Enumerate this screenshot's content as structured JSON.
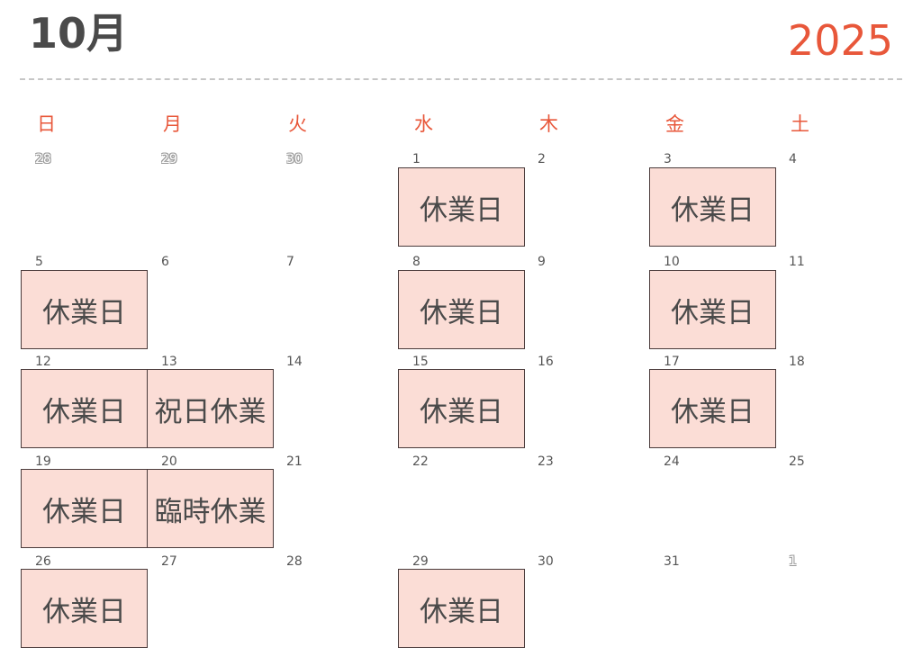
{
  "header": {
    "month": "10月",
    "year": "2025"
  },
  "weekdays": [
    "日",
    "月",
    "火",
    "水",
    "木",
    "金",
    "土"
  ],
  "days": [
    {
      "label": "28",
      "col": 0,
      "row": 0,
      "other_month": true
    },
    {
      "label": "29",
      "col": 1,
      "row": 0,
      "other_month": true
    },
    {
      "label": "30",
      "col": 2,
      "row": 0,
      "other_month": true
    },
    {
      "label": "1",
      "col": 3,
      "row": 0
    },
    {
      "label": "2",
      "col": 4,
      "row": 0
    },
    {
      "label": "3",
      "col": 5,
      "row": 0
    },
    {
      "label": "4",
      "col": 6,
      "row": 0
    },
    {
      "label": "5",
      "col": 0,
      "row": 1
    },
    {
      "label": "6",
      "col": 1,
      "row": 1
    },
    {
      "label": "7",
      "col": 2,
      "row": 1
    },
    {
      "label": "8",
      "col": 3,
      "row": 1
    },
    {
      "label": "9",
      "col": 4,
      "row": 1
    },
    {
      "label": "10",
      "col": 5,
      "row": 1
    },
    {
      "label": "11",
      "col": 6,
      "row": 1
    },
    {
      "label": "12",
      "col": 0,
      "row": 2
    },
    {
      "label": "13",
      "col": 1,
      "row": 2
    },
    {
      "label": "14",
      "col": 2,
      "row": 2
    },
    {
      "label": "15",
      "col": 3,
      "row": 2
    },
    {
      "label": "16",
      "col": 4,
      "row": 2
    },
    {
      "label": "17",
      "col": 5,
      "row": 2
    },
    {
      "label": "18",
      "col": 6,
      "row": 2
    },
    {
      "label": "19",
      "col": 0,
      "row": 3
    },
    {
      "label": "20",
      "col": 1,
      "row": 3
    },
    {
      "label": "21",
      "col": 2,
      "row": 3
    },
    {
      "label": "22",
      "col": 3,
      "row": 3
    },
    {
      "label": "23",
      "col": 4,
      "row": 3
    },
    {
      "label": "24",
      "col": 5,
      "row": 3
    },
    {
      "label": "25",
      "col": 6,
      "row": 3
    },
    {
      "label": "26",
      "col": 0,
      "row": 4
    },
    {
      "label": "27",
      "col": 1,
      "row": 4
    },
    {
      "label": "28",
      "col": 2,
      "row": 4
    },
    {
      "label": "29",
      "col": 3,
      "row": 4
    },
    {
      "label": "30",
      "col": 4,
      "row": 4
    },
    {
      "label": "31",
      "col": 5,
      "row": 4
    },
    {
      "label": "1",
      "col": 6,
      "row": 4,
      "other_month": true
    }
  ],
  "events": [
    {
      "label": "休業日",
      "col": 3,
      "row": 0
    },
    {
      "label": "休業日",
      "col": 5,
      "row": 0
    },
    {
      "label": "休業日",
      "col": 0,
      "row": 1
    },
    {
      "label": "休業日",
      "col": 3,
      "row": 1
    },
    {
      "label": "休業日",
      "col": 5,
      "row": 1
    },
    {
      "label": "休業日",
      "col": 0,
      "row": 2
    },
    {
      "label": "祝日休業",
      "col": 1,
      "row": 2
    },
    {
      "label": "休業日",
      "col": 3,
      "row": 2
    },
    {
      "label": "休業日",
      "col": 5,
      "row": 2
    },
    {
      "label": "休業日",
      "col": 0,
      "row": 3
    },
    {
      "label": "臨時休業",
      "col": 1,
      "row": 3
    },
    {
      "label": "休業日",
      "col": 0,
      "row": 4
    },
    {
      "label": "休業日",
      "col": 3,
      "row": 4
    }
  ]
}
